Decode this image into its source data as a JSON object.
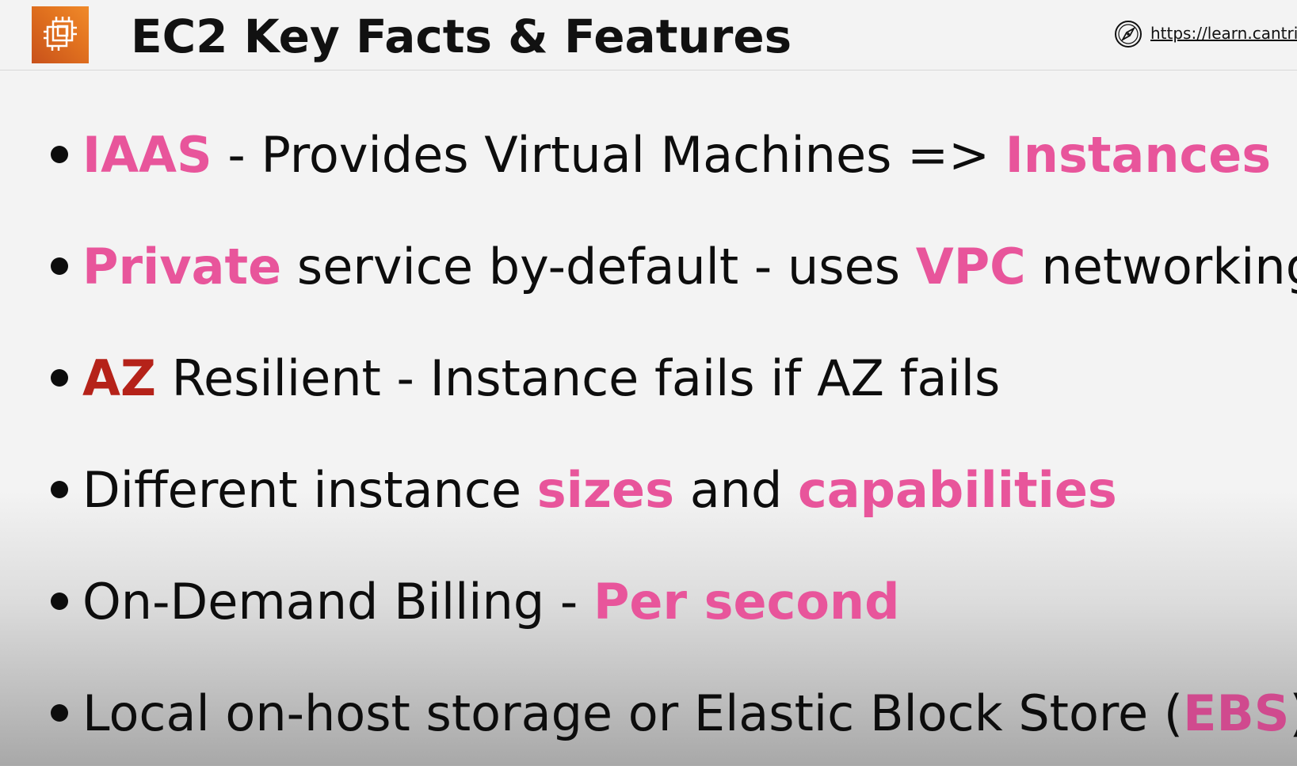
{
  "header": {
    "logo_icon": "ec2-chip-icon",
    "title": "EC2 Key Facts & Features",
    "link_icon": "compass-icon",
    "link_text": "https://learn.cantrill.io"
  },
  "colors": {
    "highlight_pink": "#e8559b",
    "highlight_red": "#b52219",
    "logo_orange": "#e2731f"
  },
  "bullets": [
    {
      "k1": "IAAS",
      "t1": " - Provides Virtual Machines => ",
      "k2": "Instances"
    },
    {
      "k1": "Private",
      "t1": " service by-default - uses ",
      "k2": "VPC",
      "t2": " networking"
    },
    {
      "k1": "AZ",
      "t1": " Resilient - Instance fails if AZ fails"
    },
    {
      "t0": "Different instance ",
      "k1": "sizes",
      "t1": " and ",
      "k2": "capabilities"
    },
    {
      "t0": "On-Demand Billing - ",
      "k1": "Per second"
    },
    {
      "t0": "Local on-host storage or Elastic Block Store (",
      "k1": "EBS",
      "t1": ")"
    }
  ]
}
